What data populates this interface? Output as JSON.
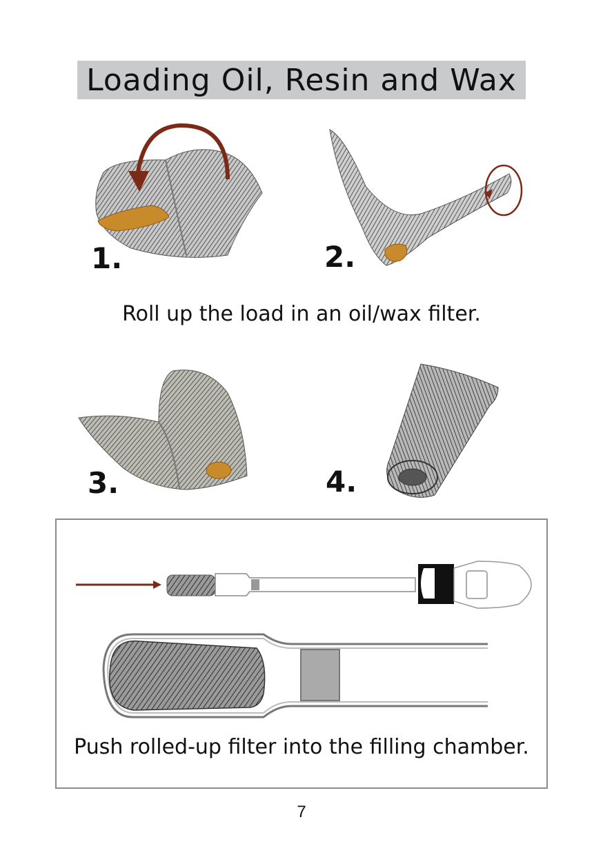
{
  "title": "Loading Oil, Resin and Wax",
  "steps": [
    {
      "number": "1."
    },
    {
      "number": "2."
    },
    {
      "number": "3."
    },
    {
      "number": "4."
    }
  ],
  "caption_roll": "Roll up the load in an oil/wax filter.",
  "caption_push": "Push rolled-up filter into the filling chamber.",
  "page_number": "7",
  "colors": {
    "title_bg": "#c9cacc",
    "arrow": "#7a2a16",
    "load": "#d4922e",
    "mesh": "#6b6b6b"
  }
}
